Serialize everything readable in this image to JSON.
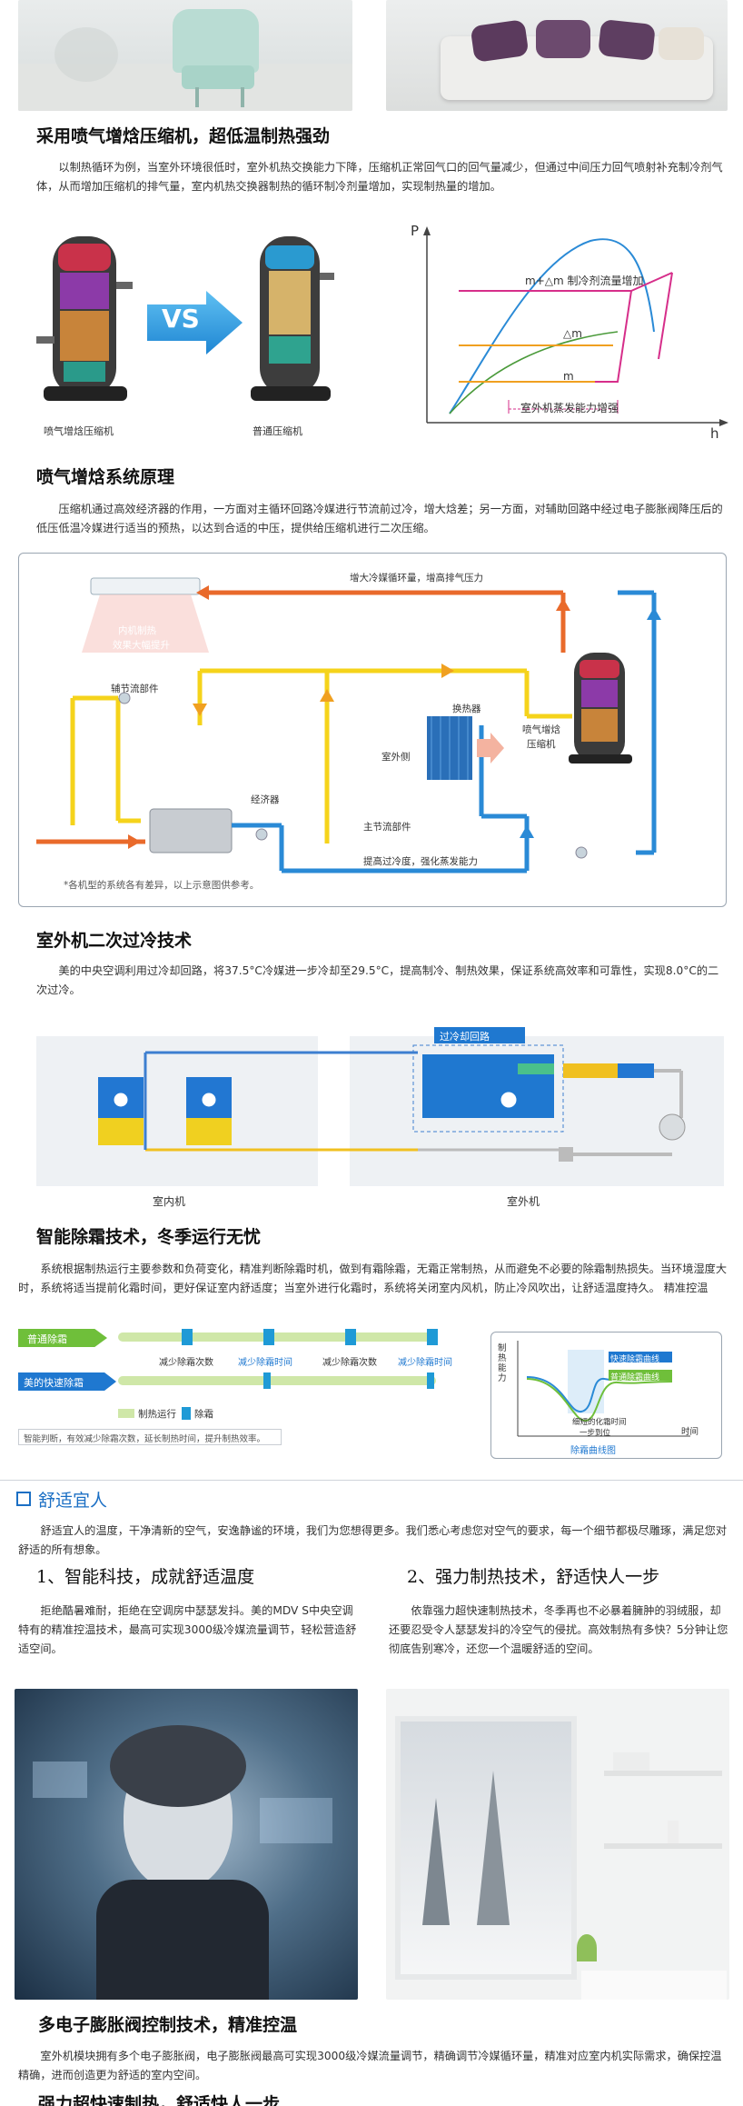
{
  "colors": {
    "accent": "#1b6fc4",
    "orange": "#e96a2b",
    "yellow": "#f5d31b",
    "blue": "#2a8ad6",
    "green": "#6fbf3a"
  },
  "section1": {
    "title": "采用喷气增焓压缩机，超低温制热强劲",
    "body": "以制热循环为例，当室外环境很低时，室外机热交换能力下降，压缩机正常回气口的回气量减少，但通过中间压力回气喷射补充制冷剂气体，从而增加压缩机的排气量，室内机热交换器制热的循环制冷剂量增加，实现制热量的增加。",
    "left_caption": "喷气增焓压缩机",
    "vs": "VS",
    "right_caption": "普通压缩机",
    "chart": {
      "p": "P",
      "h": "h",
      "label_top": "m+△m 制冷剂流量增加",
      "label_mid": "△m",
      "label_low": "m",
      "label_bottom": "室外机蒸发能力增强"
    }
  },
  "section2": {
    "title": "喷气增焓系统原理",
    "body": "压缩机通过高效经济器的作用，一方面对主循环回路冷媒进行节流前过冷，增大焓差；另一方面，对辅助回路中经过电子膨胀阀降压后的低压低温冷媒进行适当的预热，以达到合适的中压，提供给压缩机进行二次压缩。",
    "labels": {
      "top": "增大冷媒循环量，增高排气压力",
      "indoor": "内机制热",
      "indoor2": "效果大幅提升",
      "aux": "辅节流部件",
      "econ": "经济器",
      "main": "主节流部件",
      "hx": "换热器",
      "outside": "室外侧",
      "comp1": "喷气增焓",
      "comp2": "压缩机",
      "bottom": "提高过冷度，强化蒸发能力",
      "note": "*各机型的系统各有差异，以上示意图供参考。"
    }
  },
  "section3": {
    "title": "室外机二次过冷技术",
    "body": "美的中央空调利用过冷却回路，将37.5°C冷媒进一步冷却至29.5°C，提高制冷、制热效果，保证系统高效率和可靠性，实现8.0°C的二次过冷。",
    "loop_label": "过冷却回路",
    "indoor": "室内机",
    "outdoor": "室外机"
  },
  "section4": {
    "title": "智能除霜技术，冬季运行无忧",
    "body": "系统根据制热运行主要参数和负荷变化，精准判断除霜时机，做到有霜除霜，无霜正常制热，从而避免不必要的除霜制热损失。当环境湿度大时，系统将适当提前化霜时间，更好保证室内舒适度；当室外进行化霜时，系统将关闭室内风机，防止冷风吹出，让舒适温度持久。 精准控温",
    "normal": "普通除霜",
    "fast": "美的快速除霜",
    "less_count": "减少除霜次数",
    "less_time": "减少除霜时间",
    "legend_heat": "制热运行",
    "legend_defrost": "除霜",
    "note": "智能判断，有效减少除霜次数，延长制热时间，提升制热效率。",
    "curve": {
      "ylabel": "制热能力",
      "xlabel": "时间",
      "fast_curve": "快速除霜曲线",
      "normal_curve": "普通除霜曲线",
      "sub": "细短的化霜时间",
      "sub2": "一步到位",
      "caption": "除霜曲线图"
    }
  },
  "section5": {
    "header": "舒适宜人",
    "body": "舒适宜人的温度，干净清新的空气，安逸静谧的环境，我们为您想得更多。我们悉心考虑您对空气的要求，每一个细节都极尽雕琢，满足您对舒适的所有想象。",
    "left_title": "1、智能科技，成就舒适温度",
    "left_body": "拒绝酷暑难耐，拒绝在空调房中瑟瑟发抖。美的MDV S中央空调特有的精准控温技术，最高可实现3000级冷媒流量调节，轻松营造舒适空间。",
    "right_title": "2、强力制热技术，舒适快人一步",
    "right_body": "依靠强力超快速制热技术，冬季再也不必暴着臃肿的羽绒服，却还要忍受令人瑟瑟发抖的冷空气的侵扰。高效制热有多快？5分钟让您彻底告别寒冷，还您一个温暖舒适的空间。"
  },
  "section6": {
    "title": "多电子膨胀阀控制技术，精准控温",
    "body": "室外机模块拥有多个电子膨胀阀，电子膨胀阀最高可实现3000级冷媒流量调节，精确调节冷媒循环量，精准对应室内机实际需求，确保控温精确，进而创造更为舒适的室内空间。",
    "next_title": "强力超快速制热，舒适快人一步"
  }
}
